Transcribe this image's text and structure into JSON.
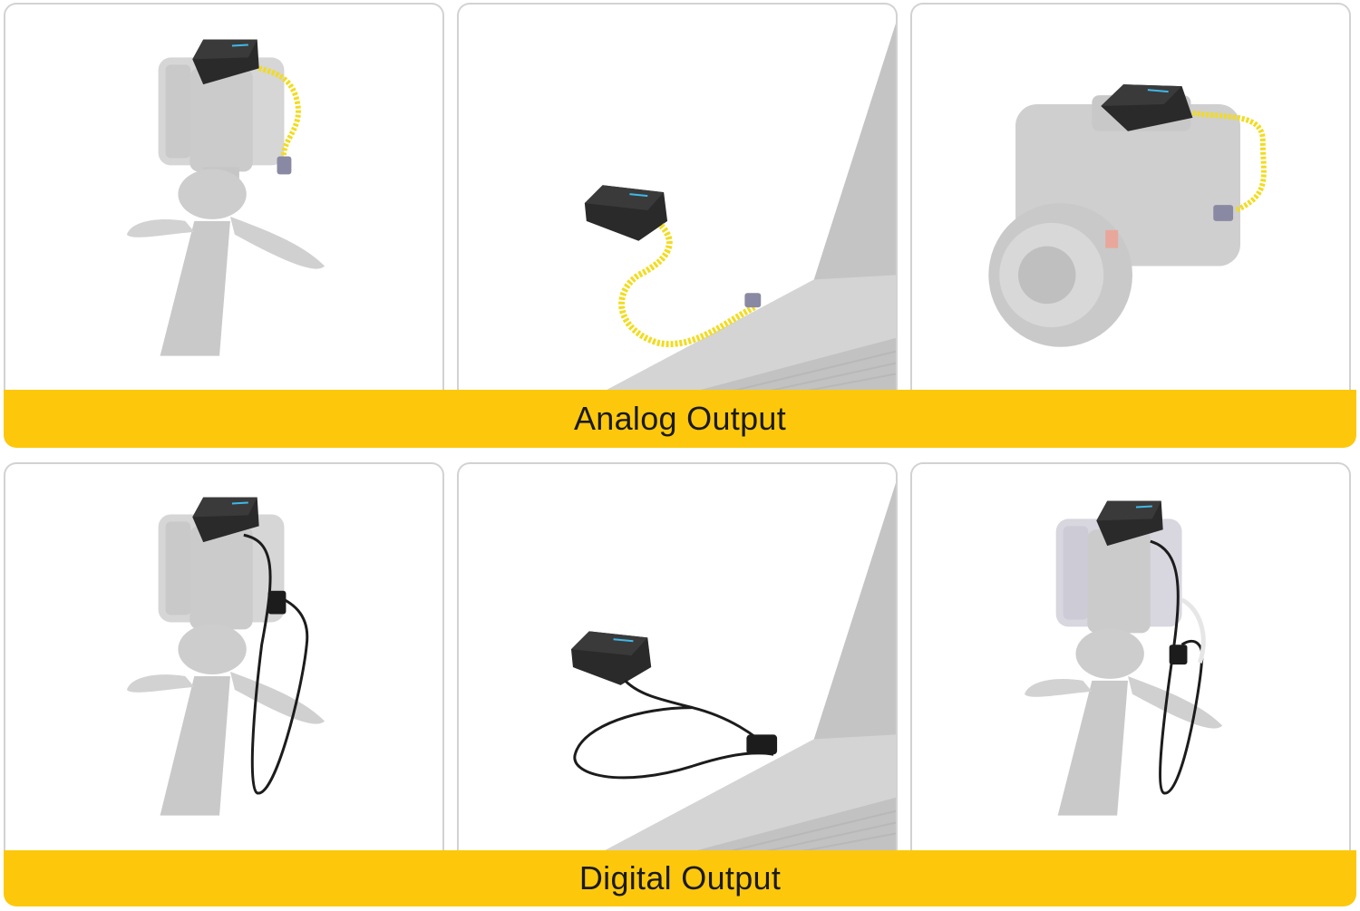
{
  "sections": [
    {
      "label": "Analog Output",
      "panels": [
        {
          "scene": "phone on tripod",
          "cable": "coiled audio cable"
        },
        {
          "scene": "laptop",
          "cable": "coiled audio cable"
        },
        {
          "scene": "mirrorless camera",
          "cable": "coiled audio cable"
        }
      ]
    },
    {
      "label": "Digital Output",
      "panels": [
        {
          "scene": "phone on tripod",
          "cable": "usb cable"
        },
        {
          "scene": "laptop",
          "cable": "usb cable"
        },
        {
          "scene": "phone on tripod",
          "cable": "usb cable"
        }
      ]
    }
  ],
  "colors": {
    "banner": "#fdc80c",
    "device": "#2a2a2a",
    "cable_coiled": "#f2dc1e",
    "cable_usb": "#1c1c1c",
    "props": "#cfcfcf"
  }
}
